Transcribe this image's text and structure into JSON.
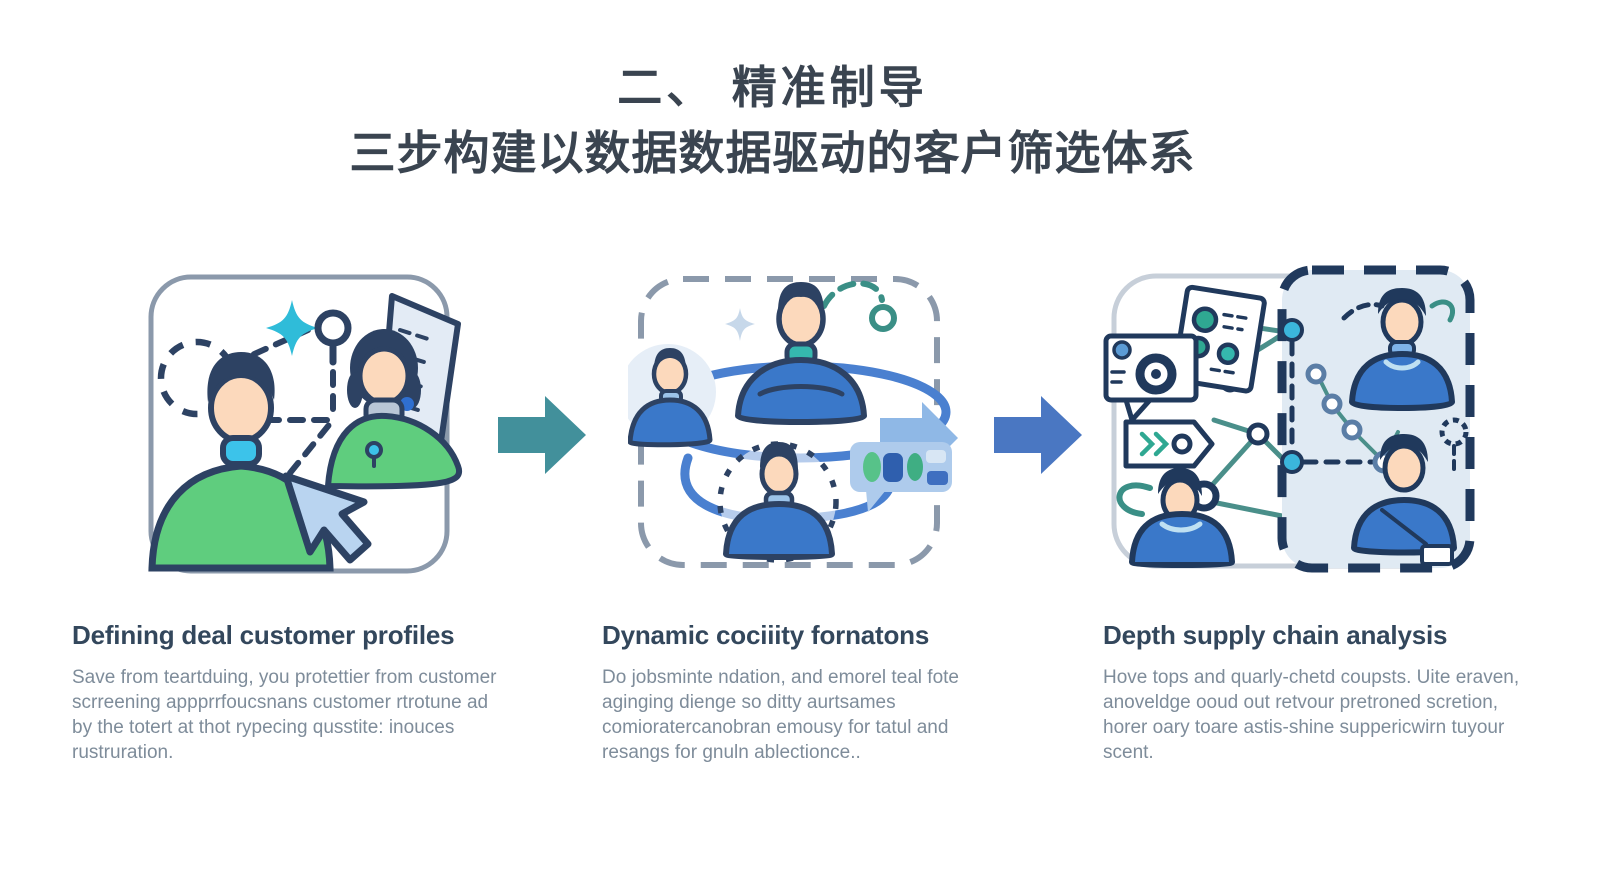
{
  "title": {
    "line1": "二、 精准制导",
    "line2": "三步构建以数据数据驱动的客户筛选体系"
  },
  "steps": [
    {
      "heading": "Defining deal customer profiles",
      "body": "Save from teartduing, you protettier from customer scrreening appprrfoucsnans customer rtrotune ad by the totert at thot rypecing qusstite: inouces rustruration.",
      "illustration": {
        "name": "ideal-customer-profile-illustration",
        "icons": [
          "sparkle-star-icon",
          "location-pin-icon",
          "dashed-circle-icon",
          "building-icon",
          "man-bust-icon",
          "woman-bust-icon",
          "cursor-arrow-icon"
        ]
      }
    },
    {
      "heading": "Dynamic cociiity fornatons",
      "body": "Do jobsminte ndation, and emorel teal fote aginging dienge so ditty aurtsames comioratercanobran emousy for tatul and resangs for gnuln ablectionce..",
      "illustration": {
        "name": "dynamic-community-illustration",
        "icons": [
          "dashed-frame",
          "flow-loop-icon",
          "dashed-arc-icon",
          "sparkle-icon",
          "person-bust-icon",
          "person-in-circle-icon",
          "person-in-dashed-ring-icon",
          "speech-chart-bubble-icon",
          "arrow-icon"
        ]
      }
    },
    {
      "heading": "Depth supply chain analysis",
      "body": "Hove tops and quarly-chetd coupsts. Uite eraven, anoveldge ooud out retvour pretroned scretion, horer oary toare astis-shine suppericwirn tuyour scent.",
      "illustration": {
        "name": "supply-chain-network-illustration",
        "icons": [
          "document-icon",
          "gear-card-icon",
          "tag-arrow-icon",
          "network-node-icon",
          "dashed-panel",
          "person-bust-icon",
          "gear-flower-icon"
        ]
      }
    }
  ],
  "arrows": [
    {
      "name": "step1-to-step2-arrow",
      "direction": "right",
      "color": "#42909b"
    },
    {
      "name": "step2-to-step3-arrow",
      "direction": "right",
      "color": "#4a77c2"
    }
  ],
  "colors": {
    "background": "#ffffff",
    "title_text": "#3a4450",
    "heading_text": "#33475c",
    "body_text": "#7e8c9a",
    "outline_navy": "#2d4263",
    "green": "#5fcd7e",
    "cyan": "#3cc3ea",
    "blue": "#3a78c9",
    "skin": "#fcd9bc",
    "light_blue": "#b9d4f0",
    "teal": "#3a8f86"
  }
}
